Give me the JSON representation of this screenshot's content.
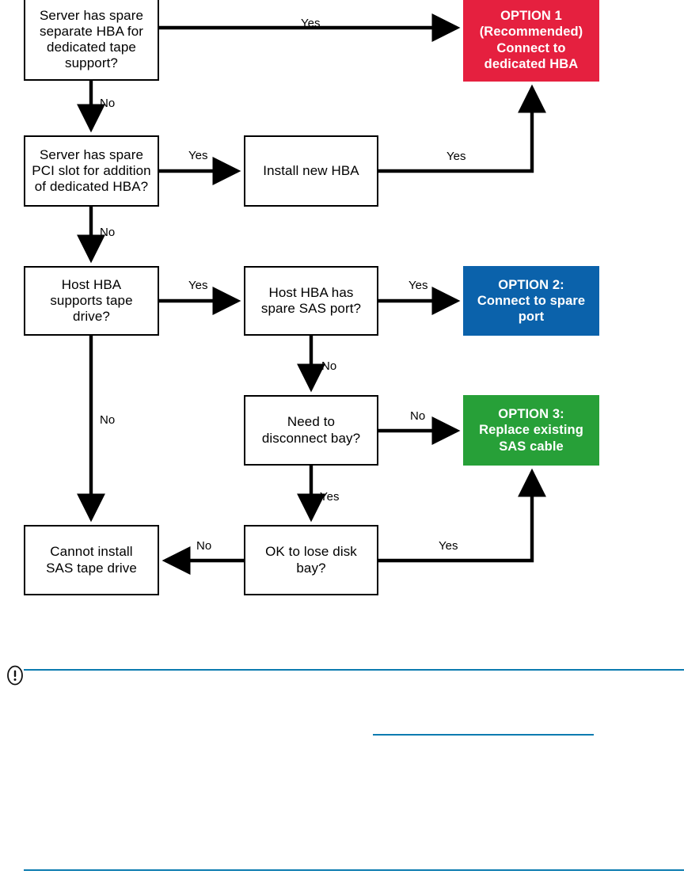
{
  "diagram": {
    "type": "flowchart",
    "title": "SAS tape drive connection decision flowchart",
    "colors": {
      "option1_fill": "#e5203f",
      "option2_fill": "#0b62ab",
      "option3_fill": "#27a038",
      "node_stroke": "#000000",
      "node_fill": "#ffffff",
      "text_on_option": "#ffffff",
      "rule_color": "#0b7bb0"
    },
    "nodes": [
      {
        "id": "n1",
        "kind": "decision",
        "text": "Server has spare\nseparate HBA for\ndedicated tape\nsupport?"
      },
      {
        "id": "n2",
        "kind": "decision",
        "text": "Server has spare\nPCI slot for addition\nof dedicated HBA?"
      },
      {
        "id": "n3",
        "kind": "process",
        "text": "Install new HBA"
      },
      {
        "id": "n4",
        "kind": "decision",
        "text": "Host HBA\nsupports tape\ndrive?"
      },
      {
        "id": "n5",
        "kind": "decision",
        "text": "Host HBA has\nspare SAS port?"
      },
      {
        "id": "n6",
        "kind": "decision",
        "text": "Need to\ndisconnect bay?"
      },
      {
        "id": "n7",
        "kind": "terminal",
        "text": "Cannot install\nSAS tape drive"
      },
      {
        "id": "n8",
        "kind": "decision",
        "text": "OK to lose disk\nbay?"
      },
      {
        "id": "opt1",
        "kind": "option",
        "text": "OPTION 1\n(Recommended)\nConnect to\ndedicated HBA"
      },
      {
        "id": "opt2",
        "kind": "option",
        "text": "OPTION 2:\nConnect to spare\nport"
      },
      {
        "id": "opt3",
        "kind": "option",
        "text": "OPTION 3:\nReplace existing\nSAS cable"
      }
    ],
    "edges": [
      {
        "id": "e1",
        "from": "n1",
        "to": "opt1",
        "label": "Yes"
      },
      {
        "id": "e2",
        "from": "n1",
        "to": "n2",
        "label": "No"
      },
      {
        "id": "e3",
        "from": "n2",
        "to": "n3",
        "label": "Yes"
      },
      {
        "id": "e4",
        "from": "n3",
        "to": "opt1",
        "label": "Yes"
      },
      {
        "id": "e5",
        "from": "n2",
        "to": "n4",
        "label": "No"
      },
      {
        "id": "e6",
        "from": "n4",
        "to": "n5",
        "label": "Yes"
      },
      {
        "id": "e7",
        "from": "n5",
        "to": "opt2",
        "label": "Yes"
      },
      {
        "id": "e8",
        "from": "n5",
        "to": "n6",
        "label": "No"
      },
      {
        "id": "e9",
        "from": "n6",
        "to": "opt3",
        "label": "No"
      },
      {
        "id": "e10",
        "from": "n4",
        "to": "n7",
        "label": "No"
      },
      {
        "id": "e11",
        "from": "n6",
        "to": "n8",
        "label": "Yes"
      },
      {
        "id": "e12",
        "from": "n8",
        "to": "n7",
        "label": "No"
      },
      {
        "id": "e13",
        "from": "n8",
        "to": "opt3",
        "label": "Yes"
      }
    ]
  },
  "note": {
    "icon": "important-icon",
    "text": ""
  }
}
